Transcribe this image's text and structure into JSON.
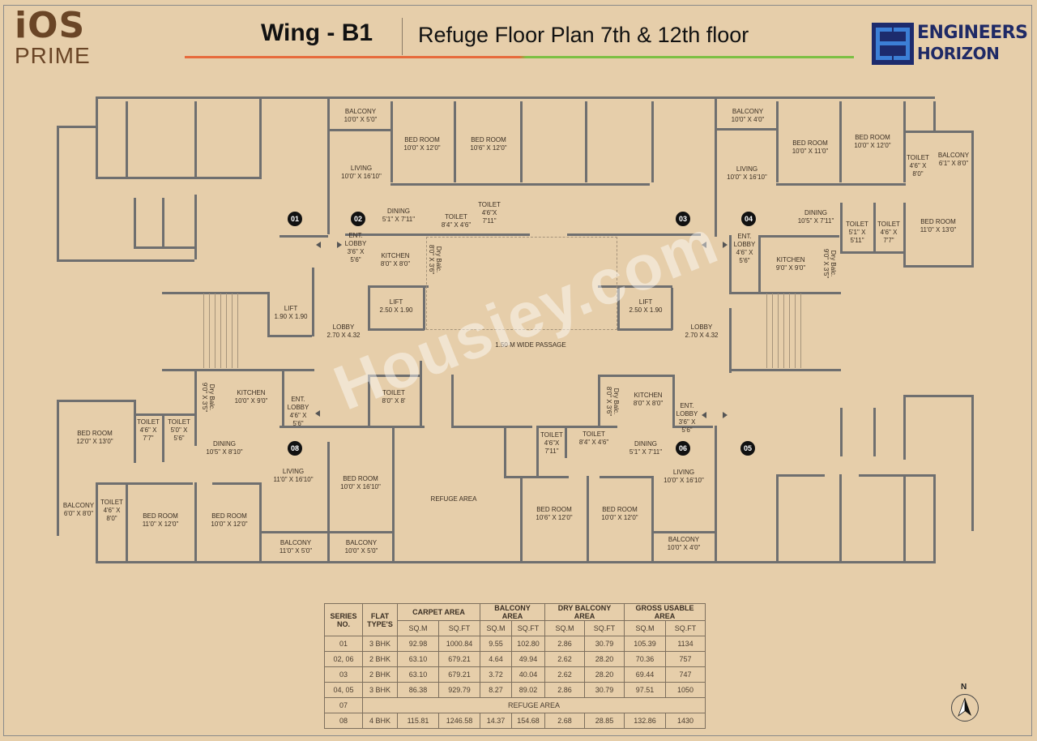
{
  "header": {
    "brand_line1": "iOS",
    "brand_line2": "PRIME",
    "wing": "Wing - B1",
    "subtitle": "Refuge Floor Plan 7th & 12th floor",
    "partner_line1": "ENGINEERS",
    "partner_line2": "HORIZON",
    "accent_orange": "#e76a3c",
    "accent_green": "#7cc044",
    "partner_color": "#1f2a66"
  },
  "plan": {
    "units": [
      {
        "no": "01"
      },
      {
        "no": "02"
      },
      {
        "no": "03"
      },
      {
        "no": "04"
      },
      {
        "no": "05"
      },
      {
        "no": "06"
      },
      {
        "no": "08"
      }
    ],
    "rooms": {
      "u02_balcony": {
        "name": "Balcony",
        "dim": "10'0\" X 5'0\""
      },
      "u02_bed1": {
        "name": "Bed Room",
        "dim": "10'0\" X 12'0\""
      },
      "u02_bed2": {
        "name": "Bed Room",
        "dim": "10'6\" X 12'0\""
      },
      "u02_living": {
        "name": "Living",
        "dim": "10'0\" X 16'10\""
      },
      "u02_dining": {
        "name": "Dining",
        "dim": "5'1\" X 7'11\""
      },
      "u02_toilet1": {
        "name": "Toilet",
        "dim": "8'4\" X 4'6\""
      },
      "u02_toilet2": {
        "name": "Toilet",
        "dim": "4'6\"X 7'11\""
      },
      "u02_entlobby": {
        "name": "Ent. Lobby",
        "dim": "3'6\" X 5'6\""
      },
      "u02_kitchen": {
        "name": "Kitchen",
        "dim": "8'0\" X 8'0\""
      },
      "u02_drybalc": {
        "name": "Dry Balc.",
        "dim": "8'0\" X 3'6\""
      },
      "u04_balcony": {
        "name": "Balcony",
        "dim": "10'0\" X 4'0\""
      },
      "u04_living": {
        "name": "Living",
        "dim": "10'0\" X 16'10\""
      },
      "u04_bed1": {
        "name": "Bed Room",
        "dim": "10'0\" X 11'0\""
      },
      "u04_bed2": {
        "name": "Bed Room",
        "dim": "10'0\" X 12'0\""
      },
      "u04_toilet1": {
        "name": "Toilet",
        "dim": "4'6\" X 8'0\""
      },
      "u04_balcony2": {
        "name": "Balcony",
        "dim": "6'1\" X 8'0\""
      },
      "u04_dining": {
        "name": "Dining",
        "dim": "10'5\" X 7'11\""
      },
      "u04_toilet2": {
        "name": "Toilet",
        "dim": "5'1\" X 5'11\""
      },
      "u04_toilet3": {
        "name": "Toilet",
        "dim": "4'6\" X 7'7\""
      },
      "u04_bed3": {
        "name": "Bed Room",
        "dim": "11'0\" X 13'0\""
      },
      "u04_entlobby": {
        "name": "Ent. Lobby",
        "dim": "4'6\" X 5'6\""
      },
      "u04_kitchen": {
        "name": "Kitchen",
        "dim": "9'0\" X 9'0\""
      },
      "u04_drybalc": {
        "name": "Dry Balc.",
        "dim": "9'0\" X 3'5\""
      },
      "lift_left": {
        "name": "Lift",
        "dim": "1.90 X 1.90"
      },
      "lift_c1": {
        "name": "Lift",
        "dim": "2.50 X 1.90"
      },
      "lift_c2": {
        "name": "Lift",
        "dim": "2.50 X 1.90"
      },
      "lobby_left": {
        "name": "Lobby",
        "dim": "2.70 X 4.32"
      },
      "lobby_right": {
        "name": "Lobby",
        "dim": "2.70 X 4.32"
      },
      "passage": {
        "name": "1.50 M Wide Passage",
        "dim": ""
      },
      "u08_drybalc": {
        "name": "Dry Balc.",
        "dim": "9'0\" X 3'5\""
      },
      "u08_kitchen": {
        "name": "Kitchen",
        "dim": "10'0\" X 9'0\""
      },
      "u08_entlobby": {
        "name": "Ent. Lobby",
        "dim": "4'6\" X 5'6\""
      },
      "u08_bed1": {
        "name": "Bed Room",
        "dim": "12'0\" X 13'0\""
      },
      "u08_toilet1": {
        "name": "Toilet",
        "dim": "4'6\" X 7'7\""
      },
      "u08_toilet2": {
        "name": "Toilet",
        "dim": "5'0\" X 5'6\""
      },
      "u08_dining": {
        "name": "Dining",
        "dim": "10'5\" X 8'10\""
      },
      "u08_living": {
        "name": "Living",
        "dim": "11'0\" X 16'10\""
      },
      "u08_bed2": {
        "name": "Bed Room",
        "dim": "10'0\" X 16'10\""
      },
      "u08_balcony1": {
        "name": "Balcony",
        "dim": "6'0\" X 8'0\""
      },
      "u08_toilet3": {
        "name": "Toilet",
        "dim": "4'6\" X 8'0\""
      },
      "u08_bed3": {
        "name": "Bed Room",
        "dim": "11'0\" X 12'0\""
      },
      "u08_bed4": {
        "name": "Bed Room",
        "dim": "10'0\" X 12'0\""
      },
      "u08_balcony2": {
        "name": "Balcony",
        "dim": "11'0\" X 5'0\""
      },
      "u08_balcony3": {
        "name": "Balcony",
        "dim": "10'0\" X 5'0\""
      },
      "u08_toilet4": {
        "name": "Toilet",
        "dim": "8'0\" X 8'"
      },
      "refuge": {
        "name": "Refuge Area",
        "dim": ""
      },
      "u06_drybalc": {
        "name": "Dry Balc.",
        "dim": "8'0\" X 3'6\""
      },
      "u06_kitchen": {
        "name": "Kitchen",
        "dim": "8'0\" X 8'0\""
      },
      "u06_entlobby": {
        "name": "Ent. Lobby",
        "dim": "3'6\" X 5'6\""
      },
      "u06_toilet1": {
        "name": "Toilet",
        "dim": "4'6\"X 7'11\""
      },
      "u06_toilet2": {
        "name": "Toilet",
        "dim": "8'4\" X 4'6\""
      },
      "u06_dining": {
        "name": "Dining",
        "dim": "5'1\" X 7'11\""
      },
      "u06_living": {
        "name": "Living",
        "dim": "10'0\" X 16'10\""
      },
      "u06_bed1": {
        "name": "Bed Room",
        "dim": "10'6\" X 12'0\""
      },
      "u06_bed2": {
        "name": "Bed Room",
        "dim": "10'0\" X 12'0\""
      },
      "u06_balcony": {
        "name": "Balcony",
        "dim": "10'0\" X 4'0\""
      }
    },
    "watermark": "Housiey.com"
  },
  "table": {
    "headers": {
      "series": "SERIES NO.",
      "flat": "FLAT TYPE'S",
      "carpet": "CARPET AREA",
      "balcony": "BALCONY AREA",
      "dry": "DRY BALCONY AREA",
      "gross": "GROSS USABLE AREA",
      "sqm": "SQ.M",
      "sqft": "SQ.FT"
    },
    "rows": [
      {
        "series": "01",
        "type": "3 BHK",
        "carpet_m": "92.98",
        "carpet_ft": "1000.84",
        "bal_m": "9.55",
        "bal_ft": "102.80",
        "dry_m": "2.86",
        "dry_ft": "30.79",
        "gross_m": "105.39",
        "gross_ft": "1134"
      },
      {
        "series": "02, 06",
        "type": "2 BHK",
        "carpet_m": "63.10",
        "carpet_ft": "679.21",
        "bal_m": "4.64",
        "bal_ft": "49.94",
        "dry_m": "2.62",
        "dry_ft": "28.20",
        "gross_m": "70.36",
        "gross_ft": "757"
      },
      {
        "series": "03",
        "type": "2 BHK",
        "carpet_m": "63.10",
        "carpet_ft": "679.21",
        "bal_m": "3.72",
        "bal_ft": "40.04",
        "dry_m": "2.62",
        "dry_ft": "28.20",
        "gross_m": "69.44",
        "gross_ft": "747"
      },
      {
        "series": "04, 05",
        "type": "3 BHK",
        "carpet_m": "86.38",
        "carpet_ft": "929.79",
        "bal_m": "8.27",
        "bal_ft": "89.02",
        "dry_m": "2.86",
        "dry_ft": "30.79",
        "gross_m": "97.51",
        "gross_ft": "1050"
      },
      {
        "series": "07",
        "refuge": "REFUGE AREA"
      },
      {
        "series": "08",
        "type": "4 BHK",
        "carpet_m": "115.81",
        "carpet_ft": "1246.58",
        "bal_m": "14.37",
        "bal_ft": "154.68",
        "dry_m": "2.68",
        "dry_ft": "28.85",
        "gross_m": "132.86",
        "gross_ft": "1430"
      }
    ]
  },
  "compass": {
    "label": "N"
  }
}
